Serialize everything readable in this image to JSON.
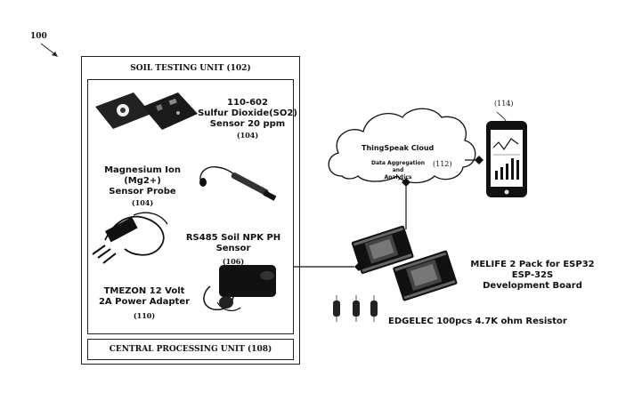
{
  "figure": {
    "ref_number": "100"
  },
  "soil_testing_unit": {
    "title": "SOIL TESTING UNIT (102)",
    "sensors": [
      {
        "name_line1": "110-602",
        "name_line2": "Sulfur Dioxide(SO2)",
        "name_line3": "Sensor 20 ppm",
        "ref": "(104)"
      },
      {
        "name_line1": "Magnesium Ion (Mg2+)",
        "name_line2": "Sensor Probe",
        "ref": "(104)"
      },
      {
        "name_line1": "RS485 Soil NPK PH Sensor",
        "ref": "(106)"
      },
      {
        "name_line1": "TMEZON 12 Volt",
        "name_line2": "2A Power Adapter",
        "ref": "(110)"
      }
    ]
  },
  "central_processing_unit": {
    "label": "CENTRAL PROCESSING UNIT (108)"
  },
  "cloud": {
    "title": "ThingSpeak Cloud",
    "subtitle_line1": "Data Aggregation and",
    "subtitle_line2": "Analytics",
    "ref": "(112)"
  },
  "phone": {
    "ref": "(114)"
  },
  "esp_board": {
    "line1": "MELIFE 2 Pack for ESP32",
    "line2": "ESP-32S",
    "line3": "Development Board"
  },
  "resistor": {
    "label": "EDGELEC 100pcs 4.7K ohm Resistor"
  }
}
